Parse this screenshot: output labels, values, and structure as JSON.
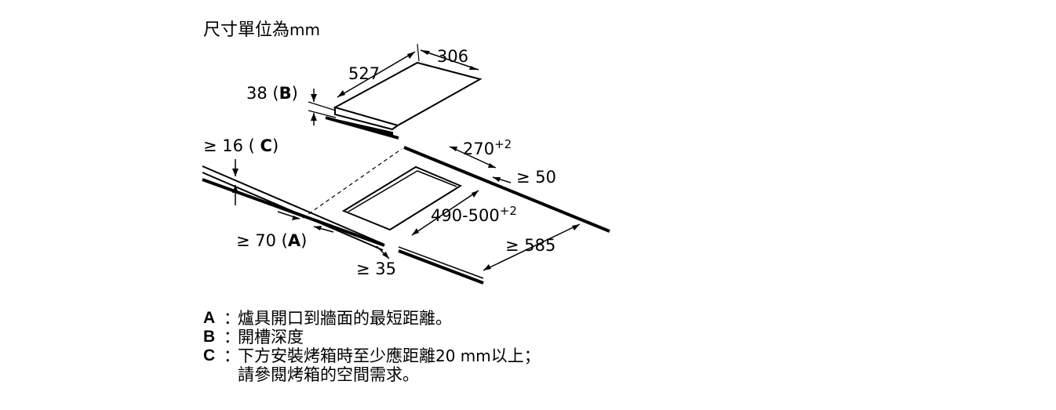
{
  "title": {
    "text": "尺寸單位為",
    "unit": "mm"
  },
  "dims": {
    "d306": "306",
    "d527": "527",
    "d38": "38 (",
    "d38_key": "B",
    "d38_close": ")",
    "d16": "≥ 16 ( ",
    "d16_key": "C",
    "d16_close": ")",
    "d270": "270",
    "d270_tol": "+2",
    "d50": "≥ 50",
    "d490": "490-500",
    "d490_tol": "+2",
    "d70": "≥ 70 (",
    "d70_key": "A",
    "d70_close": ")",
    "d585": "≥ 585",
    "d35": "≥ 35"
  },
  "legend": [
    {
      "key": "A",
      "colon": "：",
      "text": "爐具開口到牆面的最短距離。"
    },
    {
      "key": "B",
      "colon": "：",
      "text": "開槽深度"
    },
    {
      "key": "C",
      "colon": "：",
      "text_pre": "下方安裝烤箱時至少應距離",
      "text_num": "20 mm",
      "text_post": "以上；",
      "cont": "請參閱烤箱的空間需求。"
    }
  ]
}
